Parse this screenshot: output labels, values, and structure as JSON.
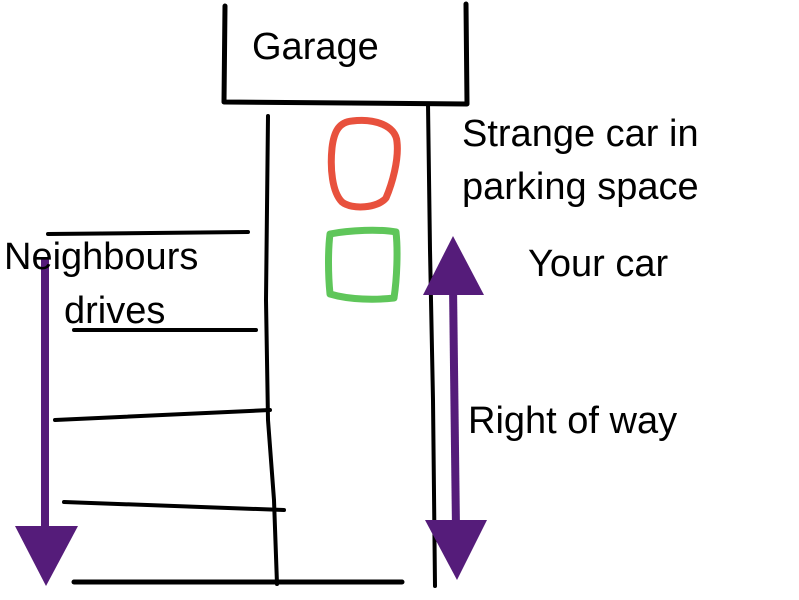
{
  "labels": {
    "garage": "Garage",
    "strange_car_line1": "Strange car in",
    "strange_car_line2": "parking space",
    "your_car": "Your car",
    "neighbours_line1": "Neighbours",
    "neighbours_line2": "drives",
    "right_of_way": "Right of way"
  },
  "colors": {
    "ink": "#000000",
    "strange_car": "#e8513d",
    "your_car": "#5fc65a",
    "arrow": "#551c7a"
  }
}
